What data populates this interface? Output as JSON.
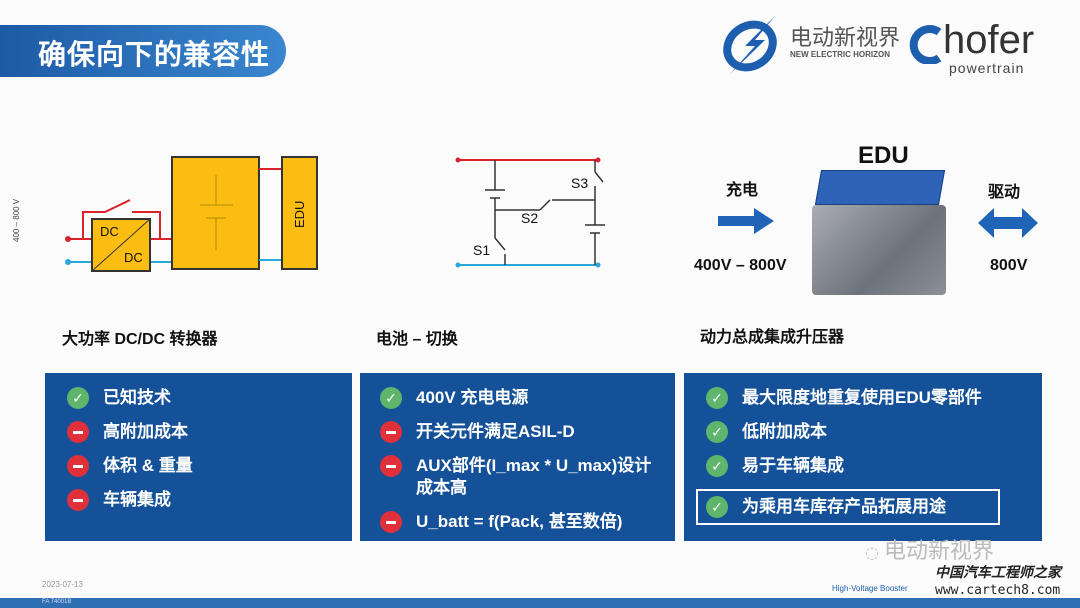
{
  "title": "确保向下的兼容性",
  "logos": {
    "neh_cn": "电动新视界",
    "neh_en": "NEW ELECTRIC HORIZON",
    "hofer": "hofer",
    "hofer_sub": "powertrain"
  },
  "diagram1": {
    "voltage": "400 – 800 V",
    "dc_top": "DC",
    "dc_bottom": "DC",
    "edu": "EDU"
  },
  "diagram2": {
    "s1": "S1",
    "s2": "S2",
    "s3": "S3"
  },
  "diagram3": {
    "edu": "EDU",
    "charge": "充电",
    "charge_v": "400V – 800V",
    "drive": "驱动",
    "drive_v": "800V"
  },
  "columns": [
    {
      "heading": "大功率 DC/DC 转换器",
      "items": [
        {
          "status": "pro",
          "text": "已知技术"
        },
        {
          "status": "con",
          "text": "高附加成本"
        },
        {
          "status": "con",
          "text": "体积 & 重量"
        },
        {
          "status": "con",
          "text": "车辆集成"
        }
      ]
    },
    {
      "heading": "电池 – 切换",
      "items": [
        {
          "status": "pro",
          "text": "400V 充电电源"
        },
        {
          "status": "con",
          "text": "开关元件满足ASIL-D"
        },
        {
          "status": "con",
          "text": "AUX部件(I_max * U_max)设计成本高"
        },
        {
          "status": "con",
          "text": "U_batt = f(Pack, 甚至数倍)"
        }
      ]
    },
    {
      "heading": "动力总成集成升压器",
      "items": [
        {
          "status": "pro",
          "text": "最大限度地重复使用EDU零部件"
        },
        {
          "status": "pro",
          "text": "低附加成本"
        },
        {
          "status": "pro",
          "text": "易于车辆集成"
        },
        {
          "status": "pro",
          "text": "为乘用车库存产品拓展用途",
          "highlighted": true
        }
      ]
    }
  ],
  "footer": {
    "date": "2023-07-13",
    "code": "FA 74001B",
    "product": "High-Voltage Booster"
  },
  "watermark": {
    "wechat": "电动新视界",
    "site_cn": "中国汽车工程师之家",
    "site_url": "www.cartech8.com"
  },
  "colors": {
    "brand_blue": "#145198",
    "pro": "#5fb56b",
    "con": "#e0303a",
    "yellow": "#fbbd12"
  }
}
